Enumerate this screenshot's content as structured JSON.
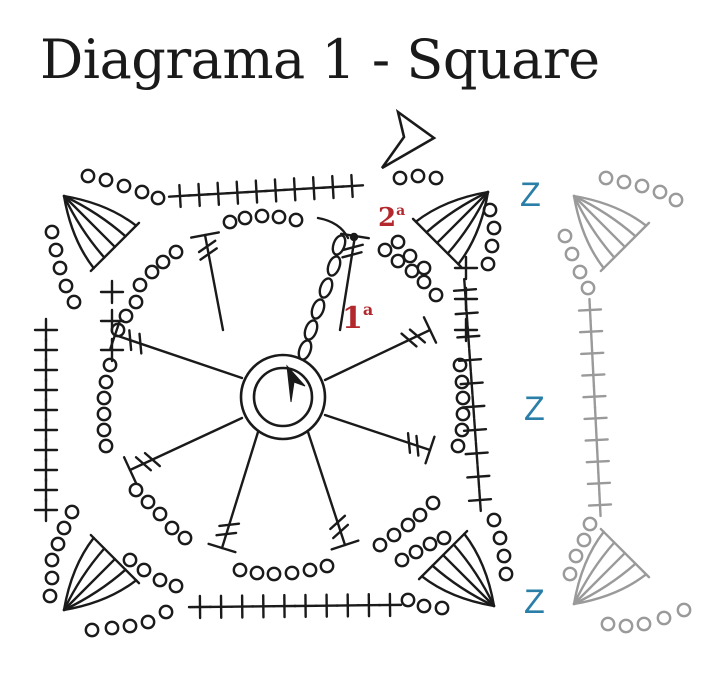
{
  "title": "Diagrama 1 - Square",
  "round_labels": [
    {
      "number": "1",
      "sup": "a"
    },
    {
      "number": "2",
      "sup": "a"
    }
  ],
  "join_markers": [
    "Z",
    "Z",
    "Z"
  ],
  "colors": {
    "ink": "#1a1a1a",
    "round_label": "#b3282d",
    "join_marker": "#2a7fa8",
    "adjacent_motif": "#9a9a9a"
  },
  "icons": [
    "magic-ring-icon",
    "start-arrow-icon",
    "fasten-off-arrow-icon"
  ]
}
